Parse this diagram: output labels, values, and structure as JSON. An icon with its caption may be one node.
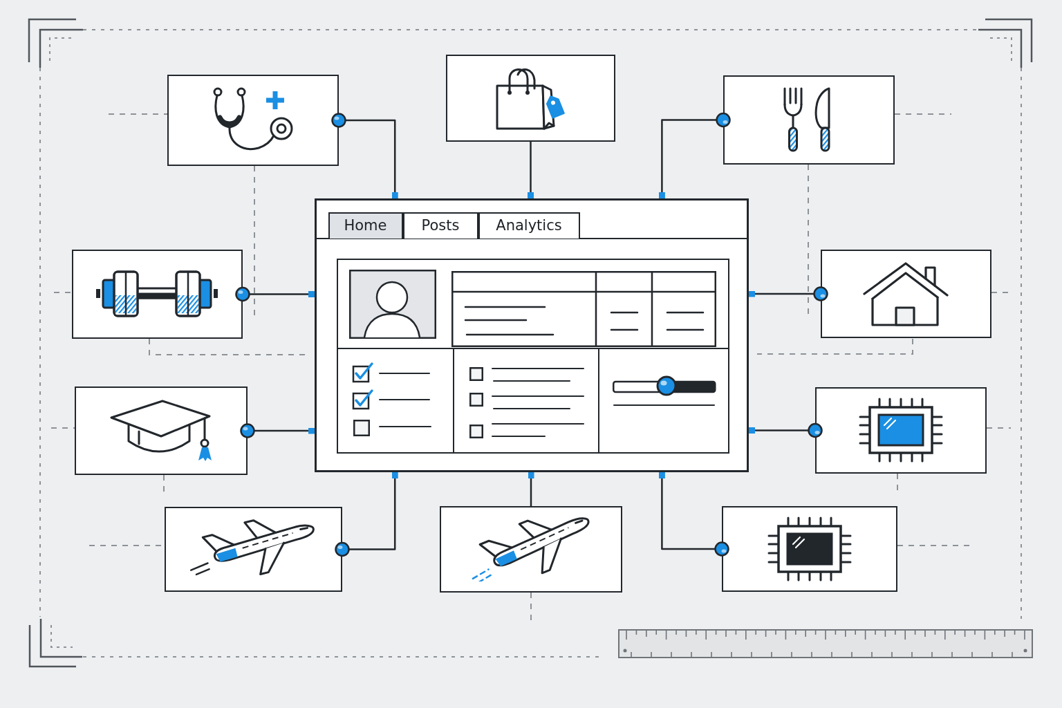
{
  "diagram": {
    "nodes": [
      {
        "text": [],
        "shape": "picture"
      },
      {
        "text": [],
        "shape": "picture"
      },
      {
        "text": [],
        "shape": "picture"
      },
      {
        "text": [],
        "shape": "box"
      },
      {
        "text": [
          "Home"
        ],
        "in": 3
      },
      {
        "text": [
          "Posts"
        ],
        "in": 3
      },
      {
        "text": [
          "Analytics"
        ],
        "in": 3
      },
      {
        "text": [],
        "shape": "picture"
      },
      {
        "text": [],
        "shape": "picture"
      },
      {
        "text": [],
        "shape": "picture"
      },
      {
        "text": [],
        "shape": "picture"
      },
      {
        "text": [],
        "shape": "picture"
      },
      {
        "text": [],
        "shape": "picture"
      },
      {
        "text": [],
        "shape": "picture"
      }
    ],
    "edges": [
      {
        "from": 0,
        "to": 3,
        "arrow": "other"
      },
      {
        "from": 1,
        "to": 3,
        "arrow": "other"
      },
      {
        "from": 2,
        "to": 3,
        "arrow": "other"
      },
      {
        "from": 7,
        "to": 3,
        "arrow": "other"
      },
      {
        "from": 8,
        "to": 3,
        "arrow": "other"
      },
      {
        "from": 9,
        "to": 3,
        "arrow": "other"
      },
      {
        "from": 10,
        "to": 3,
        "arrow": "other"
      },
      {
        "from": 11,
        "to": 3,
        "arrow": "other"
      },
      {
        "from": 12,
        "to": 3,
        "arrow": "other"
      },
      {
        "from": 13,
        "to": 3,
        "arrow": "other"
      }
    ]
  }
}
